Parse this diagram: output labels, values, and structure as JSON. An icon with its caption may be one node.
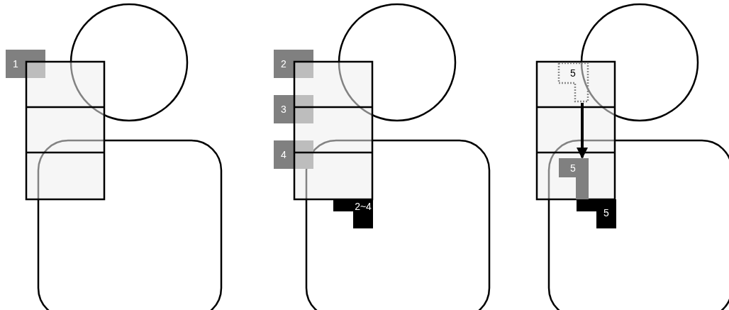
{
  "diagram": {
    "nodes": [
      {
        "text": [
          "1"
        ]
      },
      {
        "text": [
          "2"
        ]
      },
      {
        "text": [
          "3"
        ]
      },
      {
        "text": [
          "4"
        ]
      },
      {
        "text": [
          "2~4"
        ]
      },
      {
        "text": [
          "5"
        ]
      },
      {
        "text": [
          "5"
        ]
      },
      {
        "text": [
          "5"
        ]
      }
    ],
    "edges": [
      {
        "from": 5,
        "to": 6,
        "arrow": "to"
      }
    ]
  }
}
